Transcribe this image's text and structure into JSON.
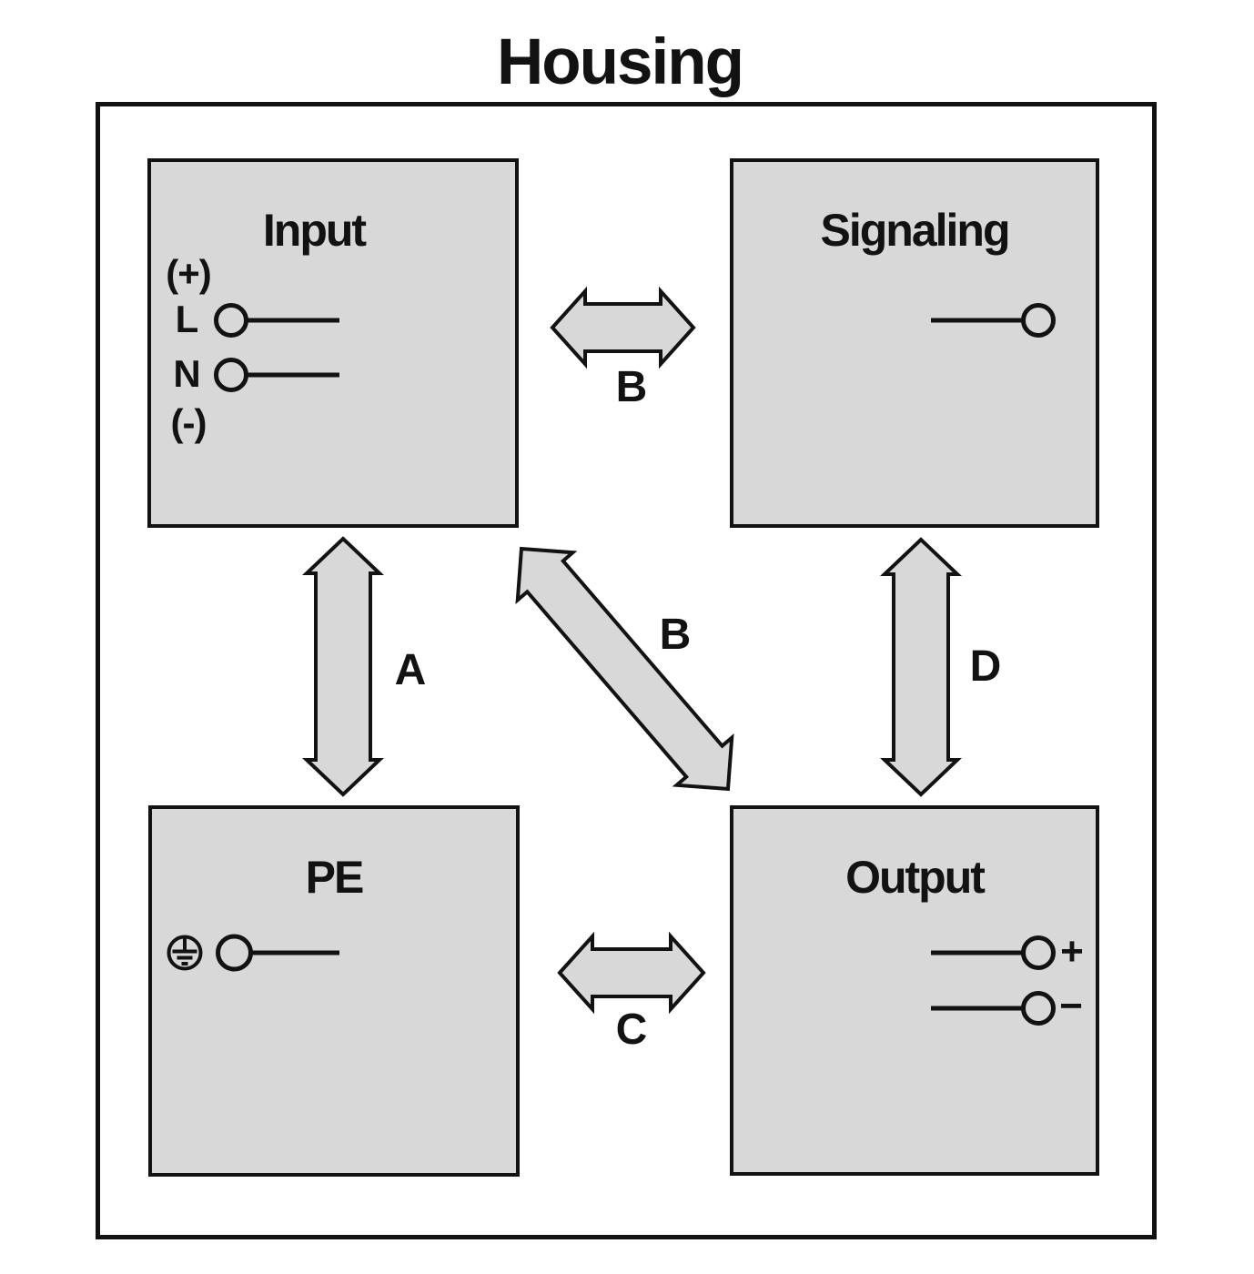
{
  "diagram": {
    "title": "Housing",
    "boxes": {
      "input": {
        "title": "Input",
        "terminals": {
          "plus": "(+)",
          "line": "L",
          "neutral": "N",
          "minus": "(-)"
        }
      },
      "signaling": {
        "title": "Signaling"
      },
      "pe": {
        "title": "PE"
      },
      "output": {
        "title": "Output",
        "terminals": {
          "plus": "+",
          "minus": "−"
        }
      }
    },
    "arrows": {
      "a": "A",
      "b_top": "B",
      "b_diagonal": "B",
      "c": "C",
      "d": "D"
    },
    "colors": {
      "background": "#ffffff",
      "panel_fill": "#d8d8d8",
      "line": "#121212"
    }
  }
}
